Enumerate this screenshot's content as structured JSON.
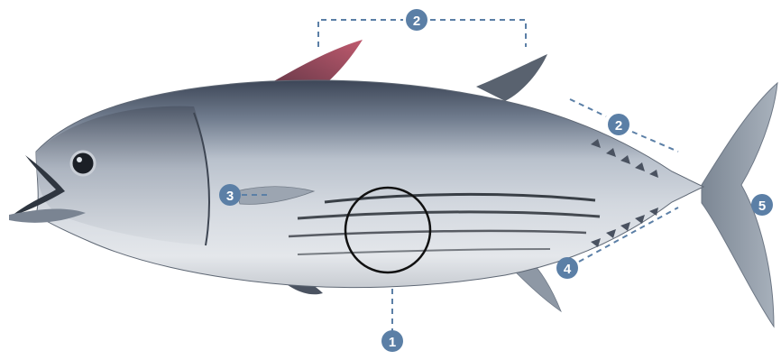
{
  "figure": {
    "subject": "tuna-fish",
    "marker_color": "#5b7fa6",
    "marker_text_color": "#ffffff",
    "leader_line_color": "#5b7fa6",
    "stripe_circle_color": "#111111",
    "markers": [
      {
        "id": "marker-1",
        "label": "1"
      },
      {
        "id": "marker-2-top",
        "label": "2"
      },
      {
        "id": "marker-2-back",
        "label": "2"
      },
      {
        "id": "marker-3",
        "label": "3"
      },
      {
        "id": "marker-4",
        "label": "4"
      },
      {
        "id": "marker-5",
        "label": "5"
      }
    ]
  }
}
